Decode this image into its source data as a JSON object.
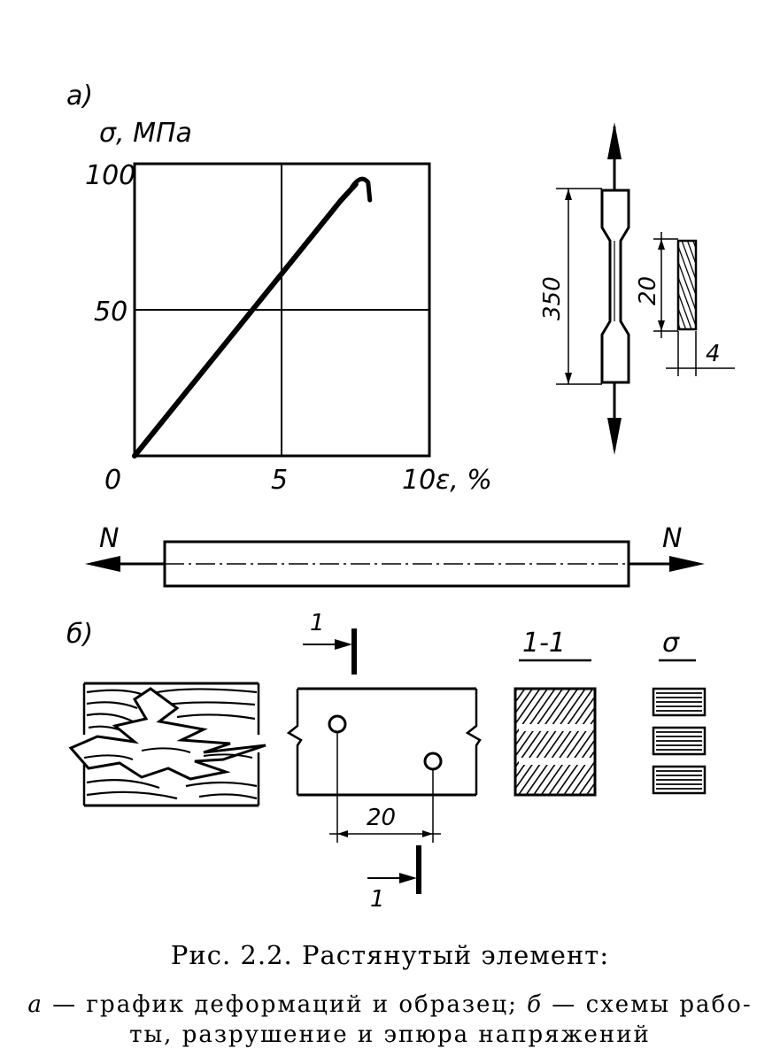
{
  "panel_a": {
    "label": "а)",
    "y_label": "σ, МПа",
    "x_label": "ε, %",
    "y_ticks": [
      "0",
      "50",
      "100"
    ],
    "x_ticks": [
      "5",
      "10"
    ],
    "dim_length": "350",
    "dim_width": "20",
    "dim_thickness": "4"
  },
  "bar": {
    "force_left": "N",
    "force_right": "N"
  },
  "panel_b": {
    "label": "б)",
    "section_label": "1-1",
    "cut_label_top": "1",
    "cut_label_bottom": "1",
    "dim_spacing": "20",
    "stress_label": "σ"
  },
  "chart_data": {
    "type": "line",
    "x": [
      0,
      1,
      2,
      3,
      4,
      5,
      6,
      7,
      7.5
    ],
    "y": [
      0,
      12.5,
      25,
      37.5,
      50,
      62.5,
      75,
      87.5,
      93
    ],
    "xlim": [
      0,
      10
    ],
    "ylim": [
      0,
      100
    ],
    "xlabel": "ε, %",
    "ylabel": "σ, МПа",
    "x_ticks": [
      5,
      10
    ],
    "y_ticks": [
      0,
      50,
      100
    ],
    "grid": true
  },
  "caption": {
    "title": "Рис. 2.2. Растянутый элемент:",
    "part_a_letter": "а",
    "part_a_text": " — график деформаций и образец; ",
    "part_b_letter": "б",
    "part_b_text": " — схемы рабо-",
    "line2": "ты, разрушение и эпюра напряжений"
  }
}
